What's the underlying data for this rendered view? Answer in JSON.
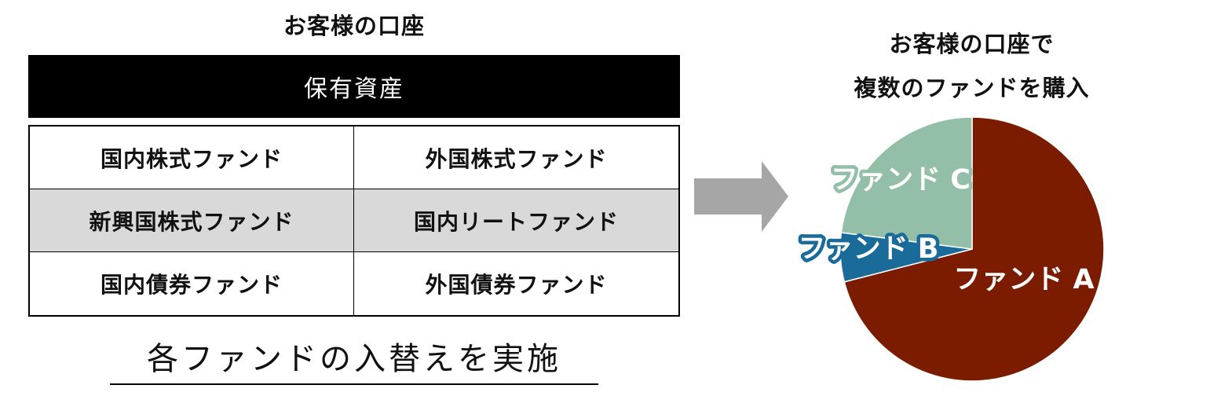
{
  "left": {
    "title": "お客様の口座",
    "header": "保有資産",
    "funds": [
      [
        "国内株式ファンド",
        "外国株式ファンド"
      ],
      [
        "新興国株式ファンド",
        "国内リートファンド"
      ],
      [
        "国内債券ファンド",
        "外国債券ファンド"
      ]
    ],
    "caption": "各ファンドの入替えを実施"
  },
  "right": {
    "title_line1": "お客様の口座で",
    "title_line2": "複数のファンドを購入"
  },
  "chart_data": {
    "type": "pie",
    "slices": [
      {
        "label": "ファンド A",
        "value": 71,
        "color": "#7b1c00"
      },
      {
        "label": "ファンド B",
        "value": 6,
        "color": "#1a6a9a"
      },
      {
        "label": "ファンド C",
        "value": 23,
        "color": "#93bfa8"
      }
    ]
  },
  "colors": {
    "header_bg": "#000000",
    "shaded_row": "#d9d9d9",
    "arrow": "#a6a6a6"
  }
}
